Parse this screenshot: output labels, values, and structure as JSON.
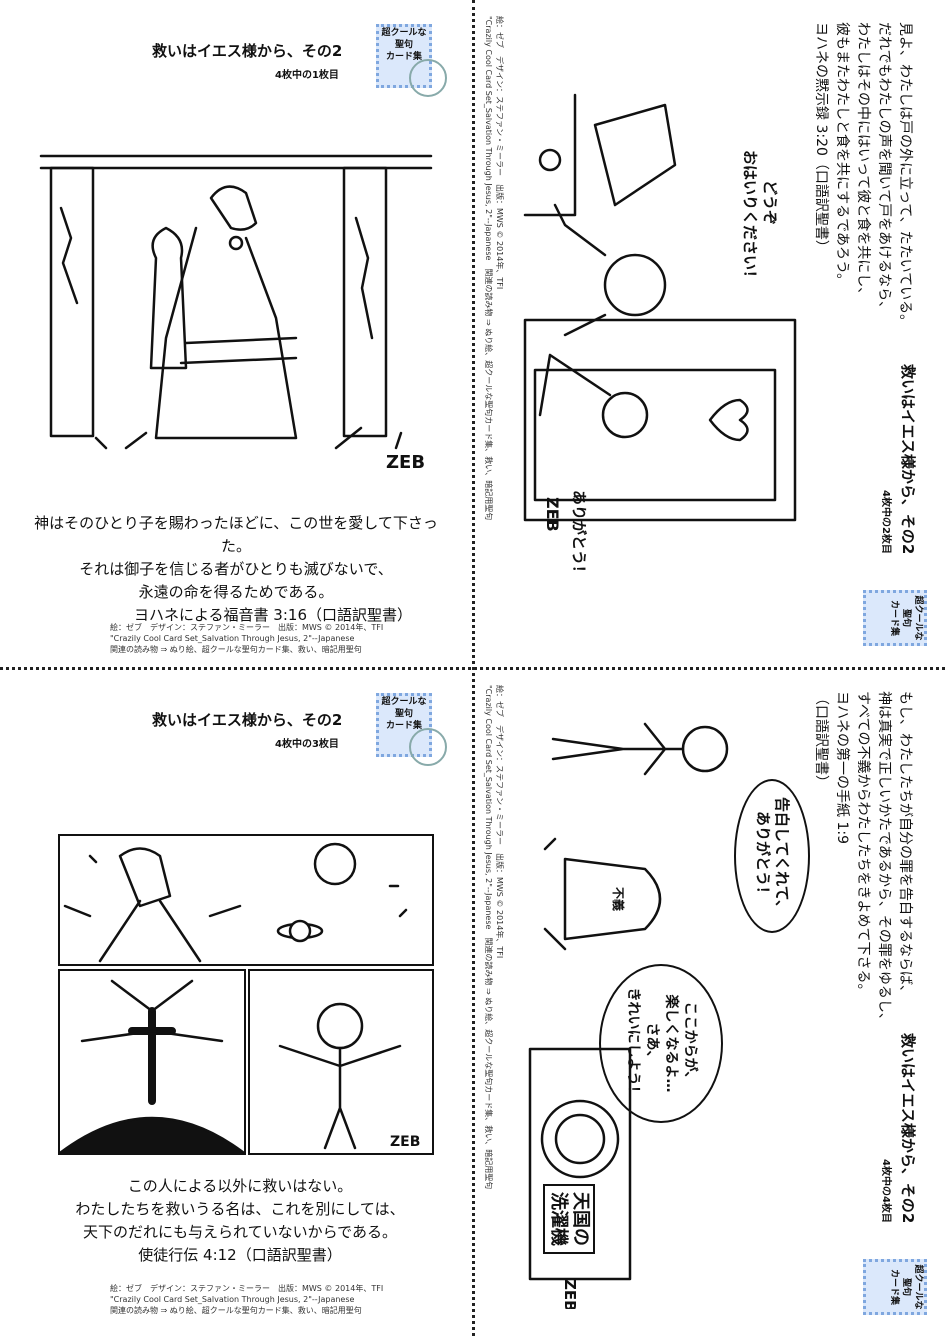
{
  "page": {
    "divider_style": "dotted"
  },
  "stamp": {
    "lines": [
      "超クールな",
      "聖句",
      "カード集"
    ],
    "color": "#dbe8fb"
  },
  "cards": [
    {
      "title": "救いはイエス様から、その2",
      "subtitle": "4枚中の1枚目",
      "verse_lines": [
        "神はそのひとり子を賜わったほどに、この世を愛して下さった。",
        "それは御子を信じる者がひとりも滅びないで、",
        "永遠の命を得るためである。"
      ],
      "reference": "ヨハネによる福音書 3:16（口語訳聖書）",
      "credits": [
        "絵：ゼブ　デザイン：ステファン・ミーラー　出版：MWS © 2014年、TFI",
        "\"Crazily Cool Card Set_Salvation Through Jesus, 2\"--Japanese",
        "関連の読み物 ⇒ ぬり絵、超クールな聖句カード集、救い、暗記用聖句"
      ],
      "signature": "ZEB"
    },
    {
      "title": "救いはイエス様から、その2",
      "subtitle": "4枚中の2枚目",
      "verse_lines": [
        "見よ、わたしは戸の外に立って、たたいている。",
        "だれでもわたしの声を聞いて戸をあけるなら、",
        "わたしはその中にはいって彼と食を共にし、",
        "彼もまたわたしと食を共にするであろう。"
      ],
      "reference": "ヨハネの黙示録 3:20（口語訳聖書）",
      "speech": [
        "どうぞ",
        "おはいりください！"
      ],
      "speech2": "ありがとう！",
      "credits": [
        "絵：ゼブ　デザイン：ステファン・ミーラー　出版：MWS © 2014年、TFI",
        "\"Crazily Cool Card Set_Salvation Through Jesus, 2\"--Japanese　関連の読み物 ⇒ ぬり絵、超クールな聖句カード集、救い、暗記用聖句"
      ],
      "signature": "ZEB"
    },
    {
      "title": "救いはイエス様から、その2",
      "subtitle": "4枚中の3枚目",
      "verse_lines": [
        "この人による以外に救いはない。",
        "わたしたちを救いうる名は、これを別にしては、",
        "天下のだれにも与えられていないからである。"
      ],
      "reference": "使徒行伝 4:12（口語訳聖書）",
      "credits": [
        "絵：ゼブ　デザイン：ステファン・ミーラー　出版：MWS © 2014年、TFI",
        "\"Crazily Cool Card Set_Salvation Through Jesus, 2\"--Japanese",
        "関連の読み物 ⇒ ぬり絵、超クールな聖句カード集、救い、暗記用聖句"
      ],
      "signature": "ZEB"
    },
    {
      "title": "救いはイエス様から、その2",
      "subtitle": "4枚中の4枚目",
      "verse_lines": [
        "もし、わたしたちが自分の罪を告白するならば、",
        "神は真実で正しいかたであるから、その罪をゆるし、",
        "すべての不義からわたしたちをきよめて下さる。"
      ],
      "reference": "ヨハネの第一の手紙 1:9",
      "reference2": "（口語訳聖書）",
      "balloon1": [
        "告白してくれて、",
        "ありがとう！"
      ],
      "balloon2": [
        "ここからが、",
        "楽しくなるよ…",
        "さあ、",
        "きれいにしよう！"
      ],
      "machine_label": [
        "天国の",
        "洗濯機"
      ],
      "stain": "不義",
      "credits": [
        "絵：ゼブ　デザイン：ステファン・ミーラー　出版：MWS © 2014年、TFI",
        "\"Crazily Cool Card Set_Salvation Through Jesus, 2\"--Japanese　関連の読み物 ⇒ ぬり絵、超クールな聖句カード集、救い、暗記用聖句"
      ],
      "signature": "ZEB"
    }
  ]
}
